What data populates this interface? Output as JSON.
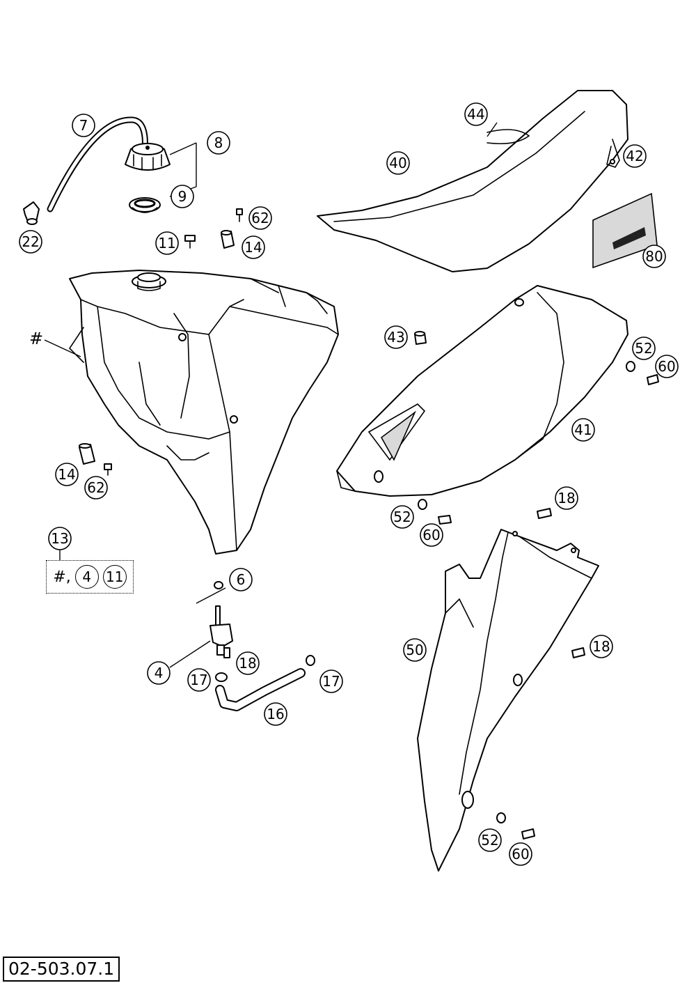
{
  "reference_number": "02-503.07.1",
  "tank_label": "#",
  "kit": {
    "callout": "13",
    "prefix": "#,",
    "items": [
      "4",
      "11"
    ]
  },
  "callouts": [
    {
      "id": "c7",
      "label": "7"
    },
    {
      "id": "c8",
      "label": "8"
    },
    {
      "id": "c9",
      "label": "9"
    },
    {
      "id": "c22",
      "label": "22"
    },
    {
      "id": "c62a",
      "label": "62"
    },
    {
      "id": "c11",
      "label": "11"
    },
    {
      "id": "c14a",
      "label": "14"
    },
    {
      "id": "c44",
      "label": "44"
    },
    {
      "id": "c40",
      "label": "40"
    },
    {
      "id": "c42",
      "label": "42"
    },
    {
      "id": "c80",
      "label": "80"
    },
    {
      "id": "c43",
      "label": "43"
    },
    {
      "id": "c52a",
      "label": "52"
    },
    {
      "id": "c60a",
      "label": "60"
    },
    {
      "id": "c41",
      "label": "41"
    },
    {
      "id": "c14b",
      "label": "14"
    },
    {
      "id": "c62b",
      "label": "62"
    },
    {
      "id": "c52b",
      "label": "52"
    },
    {
      "id": "c60b",
      "label": "60"
    },
    {
      "id": "c18a",
      "label": "18"
    },
    {
      "id": "c6",
      "label": "6"
    },
    {
      "id": "c4",
      "label": "4"
    },
    {
      "id": "c18b",
      "label": "18"
    },
    {
      "id": "c17a",
      "label": "17"
    },
    {
      "id": "c17b",
      "label": "17"
    },
    {
      "id": "c16",
      "label": "16"
    },
    {
      "id": "c50",
      "label": "50"
    },
    {
      "id": "c18c",
      "label": "18"
    },
    {
      "id": "c52c",
      "label": "52"
    },
    {
      "id": "c60c",
      "label": "60"
    }
  ]
}
